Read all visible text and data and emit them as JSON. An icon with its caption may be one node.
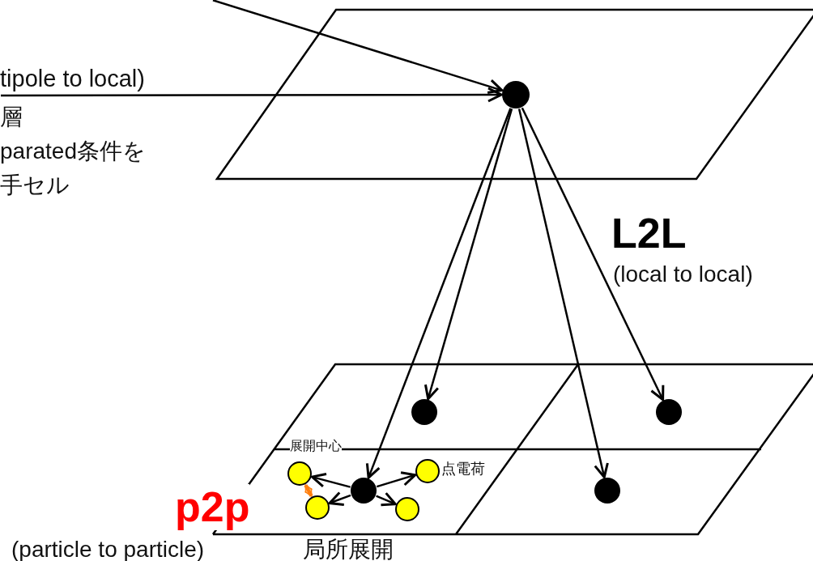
{
  "diagram": {
    "nodes": [
      {
        "text": [],
        "shape": "circle"
      },
      {
        "text": [],
        "shape": "circle"
      },
      {
        "text": [],
        "shape": "circle"
      },
      {
        "text": [],
        "shape": "circle"
      },
      {
        "text": [],
        "shape": "circle"
      },
      {
        "text": [],
        "shape": "circle",
        "beside": [
          "点電荷"
        ]
      },
      {
        "text": [],
        "shape": "circle"
      },
      {
        "text": [],
        "shape": "circle"
      },
      {
        "text": [],
        "shape": "circle"
      }
    ],
    "edges": [
      {
        "from": null,
        "to": 0,
        "arrow": "to"
      },
      {
        "from": null,
        "to": 0,
        "arrow": "to",
        "label": "tipole to local)"
      },
      {
        "from": 0,
        "to": 1,
        "arrow": "to"
      },
      {
        "from": 0,
        "to": 2,
        "arrow": "to"
      },
      {
        "from": 0,
        "to": 6,
        "arrow": "to"
      },
      {
        "from": 0,
        "to": 4,
        "arrow": "to"
      },
      {
        "from": 4,
        "to": 3,
        "arrow": "to"
      },
      {
        "from": 4,
        "to": 5,
        "arrow": "to"
      },
      {
        "from": 4,
        "to": 7,
        "arrow": "to"
      },
      {
        "from": 4,
        "to": 8,
        "arrow": "to"
      },
      {
        "from": 3,
        "to": 7,
        "arrow": "both",
        "style": "thick",
        "color": "#ff7f0e"
      }
    ],
    "labels": [
      "展開中心",
      "層",
      "parated条件を",
      "手セル",
      "L2L",
      "(local to local)",
      "p2p",
      "(particle to particle)",
      "局所展開"
    ]
  }
}
